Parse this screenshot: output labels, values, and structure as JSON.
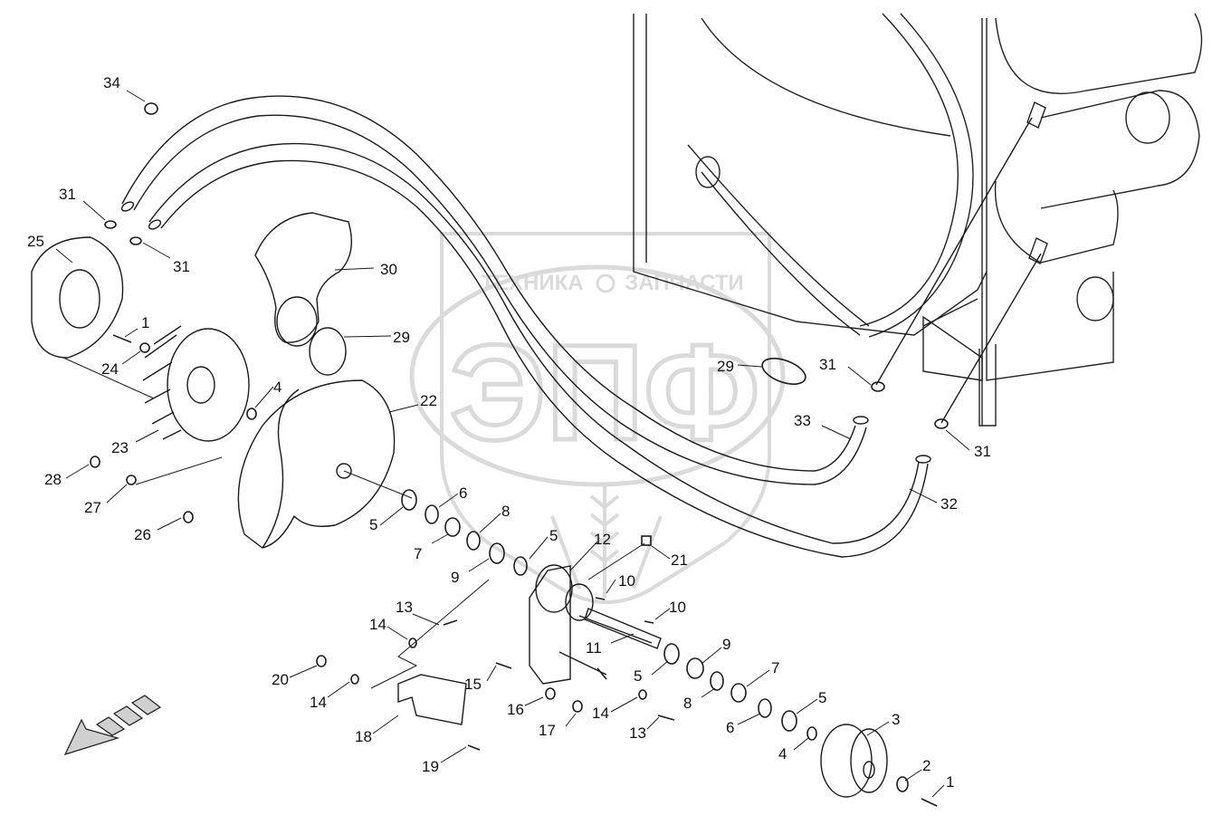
{
  "watermark": {
    "line1_left": "ТЕХНИКА",
    "line1_right": "ЗАПЧАСТИ",
    "big": "ЭПФ",
    "color": "#bdbdbd"
  },
  "diagram": {
    "line_color": "#1a1a1a",
    "part_labels": [
      "34",
      "31",
      "31",
      "25",
      "1",
      "24",
      "30",
      "29",
      "4",
      "23",
      "22",
      "28",
      "27",
      "26",
      "5",
      "6",
      "7",
      "8",
      "9",
      "5",
      "12",
      "21",
      "10",
      "10",
      "11",
      "13",
      "14",
      "20",
      "14",
      "18",
      "19",
      "15",
      "16",
      "17",
      "14",
      "13",
      "5",
      "9",
      "7",
      "8",
      "6",
      "5",
      "3",
      "4",
      "2",
      "1",
      "29",
      "31",
      "33",
      "31",
      "32"
    ]
  }
}
